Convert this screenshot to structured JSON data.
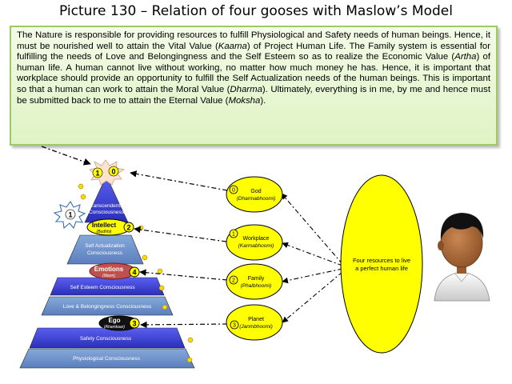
{
  "title": "Picture 130 – Relation of four gooses with Maslow’s Model",
  "note": {
    "segments": [
      {
        "t": "The Nature is responsible for providing resources to fulfill Physiological and Safety needs of human beings. Hence, it must be nourished  well to attain the Vital Value (",
        "i": false
      },
      {
        "t": "Kaama",
        "i": true
      },
      {
        "t": ") of Project Human Life. The Family system is essential for fulfilling the needs of Love and Belongingness  and the Self Esteem so as to realize the Economic Value (",
        "i": false
      },
      {
        "t": "Artha",
        "i": true
      },
      {
        "t": ") of human  life. A human  cannot live  without working, no matter how much money he has. Hence, it is important that workplace should provide an opportunity to fulfill the Self Actualization needs of the human  beings. This is important so that a human  can work to attain the Moral Value (",
        "i": false
      },
      {
        "t": "Dharma",
        "i": true
      },
      {
        "t": "). Ultimately, everything is in me, by me and hence must be submitted back to me to attain the Eternal Value (",
        "i": false
      },
      {
        "t": "Moksha",
        "i": true
      },
      {
        "t": ").",
        "i": false
      }
    ]
  },
  "pyramid": {
    "tiers": [
      {
        "label1": "Transcendental",
        "label2": "Consciousness"
      },
      {
        "label1": "Self Actualization",
        "label2": "Consciousness"
      },
      {
        "label1": "Self Esteem Consciousness",
        "label2": ""
      },
      {
        "label1": "Love & Belongingness Consciousness",
        "label2": ""
      },
      {
        "label1": "Safety Consciousness",
        "label2": ""
      },
      {
        "label1": "Physiological Consciousness",
        "label2": ""
      }
    ],
    "markers": [
      {
        "title": "Intellect",
        "sub": "(Budhhi)",
        "num": "2"
      },
      {
        "title": "Emotions",
        "sub": "(Mann)",
        "num": "4"
      },
      {
        "title": "Ego",
        "sub": "(Ahamkaar)",
        "num": "3"
      }
    ],
    "top_badges": [
      "1",
      "0"
    ],
    "side_badge": "1"
  },
  "resources": [
    {
      "num": "0",
      "title": "God",
      "sub": "(Dharmabhoomi)"
    },
    {
      "num": "1",
      "title": "Workplace",
      "sub": "(Karmabhoomi)"
    },
    {
      "num": "2",
      "title": "Family",
      "sub": "(Phalbhoomi)"
    },
    {
      "num": "3",
      "title": "Planet",
      "sub": "(Janmbhoomi)"
    }
  ],
  "big_ellipse": {
    "line1": "Four resources to live",
    "line2": "a perfect human life"
  },
  "colors": {
    "tier_fill": "#3a3fd0",
    "tier_alt": "#6a8fc6",
    "ellipse_fill": "#ffff00",
    "emotion_fill": "#c0504d",
    "ego_fill": "#111111",
    "note_border": "#9ccb62"
  }
}
